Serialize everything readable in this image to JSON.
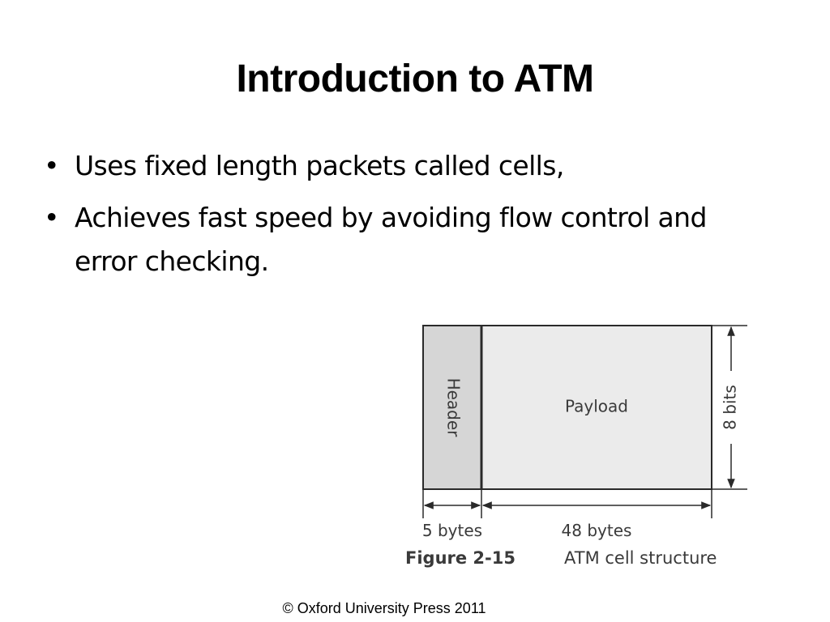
{
  "slide": {
    "title": "Introduction to ATM",
    "bullet_glyph": "•",
    "bullets": [
      "Uses fixed length packets called cells,",
      "Achieves fast speed by avoiding flow control and error checking."
    ],
    "footer": "© Oxford University Press 2011"
  },
  "figure": {
    "header_label": "Header",
    "payload_label": "Payload",
    "height_label": "8 bits",
    "header_size_label": "5 bytes",
    "payload_size_label": "48 bytes",
    "caption_number": "Figure 2-15",
    "caption_text": "ATM cell structure",
    "colors": {
      "header_fill": "#d6d6d6",
      "payload_fill": "#ebebeb",
      "stroke": "#2a2a2a",
      "text": "#3a3a3a"
    }
  }
}
